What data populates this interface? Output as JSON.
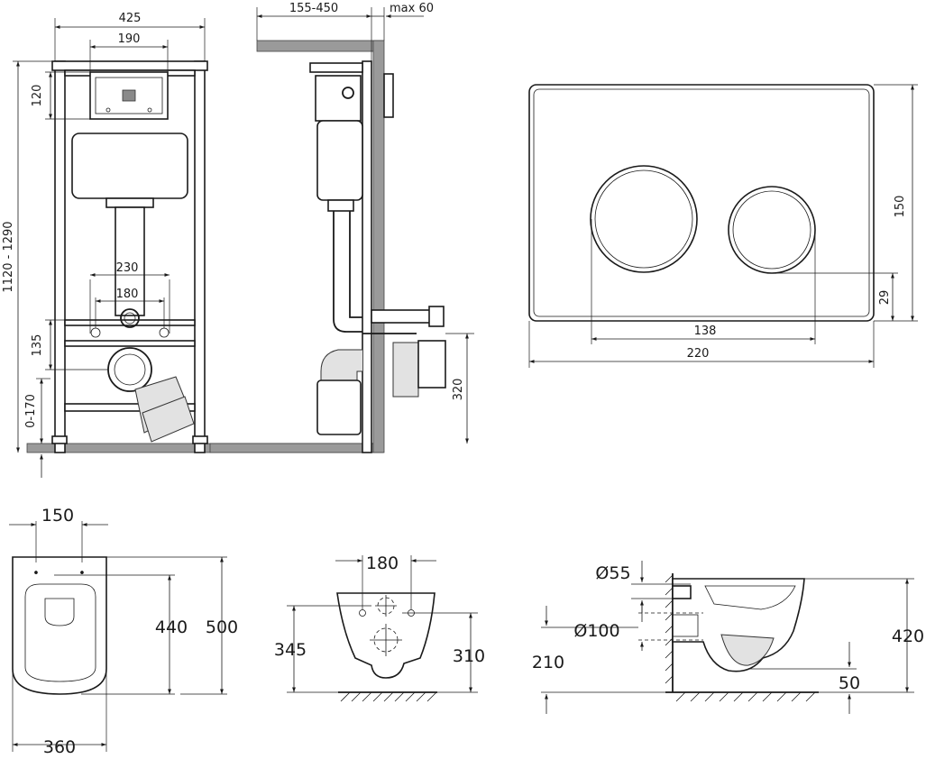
{
  "front_view": {
    "width_total": "425",
    "width_panel": "190",
    "height_panel": "120",
    "height_range": "1120 - 1290",
    "width_studs_outer": "230",
    "width_studs_inner": "180",
    "height_drain": "135",
    "height_foot": "0-170"
  },
  "side_view": {
    "depth_range": "155-450",
    "depth_max": "max 60",
    "height_inlet": "320"
  },
  "flush_plate": {
    "height": "150",
    "height_button": "29",
    "width_buttons": "138",
    "width": "220"
  },
  "bowl_top": {
    "width_holes": "150",
    "length_seat": "440",
    "length_total": "500",
    "width": "360"
  },
  "bowl_rear": {
    "width_holes": "180",
    "height_left": "345",
    "height_right": "310"
  },
  "bowl_side": {
    "diameter_inlet": "Ø55",
    "diameter_outlet": "Ø100",
    "height_outlet": "210",
    "height_total": "420",
    "height_water": "50"
  },
  "colors": {
    "line": "#1a1a1a",
    "wall": "#9a9a9a",
    "fill_light": "#e2e2e2"
  }
}
